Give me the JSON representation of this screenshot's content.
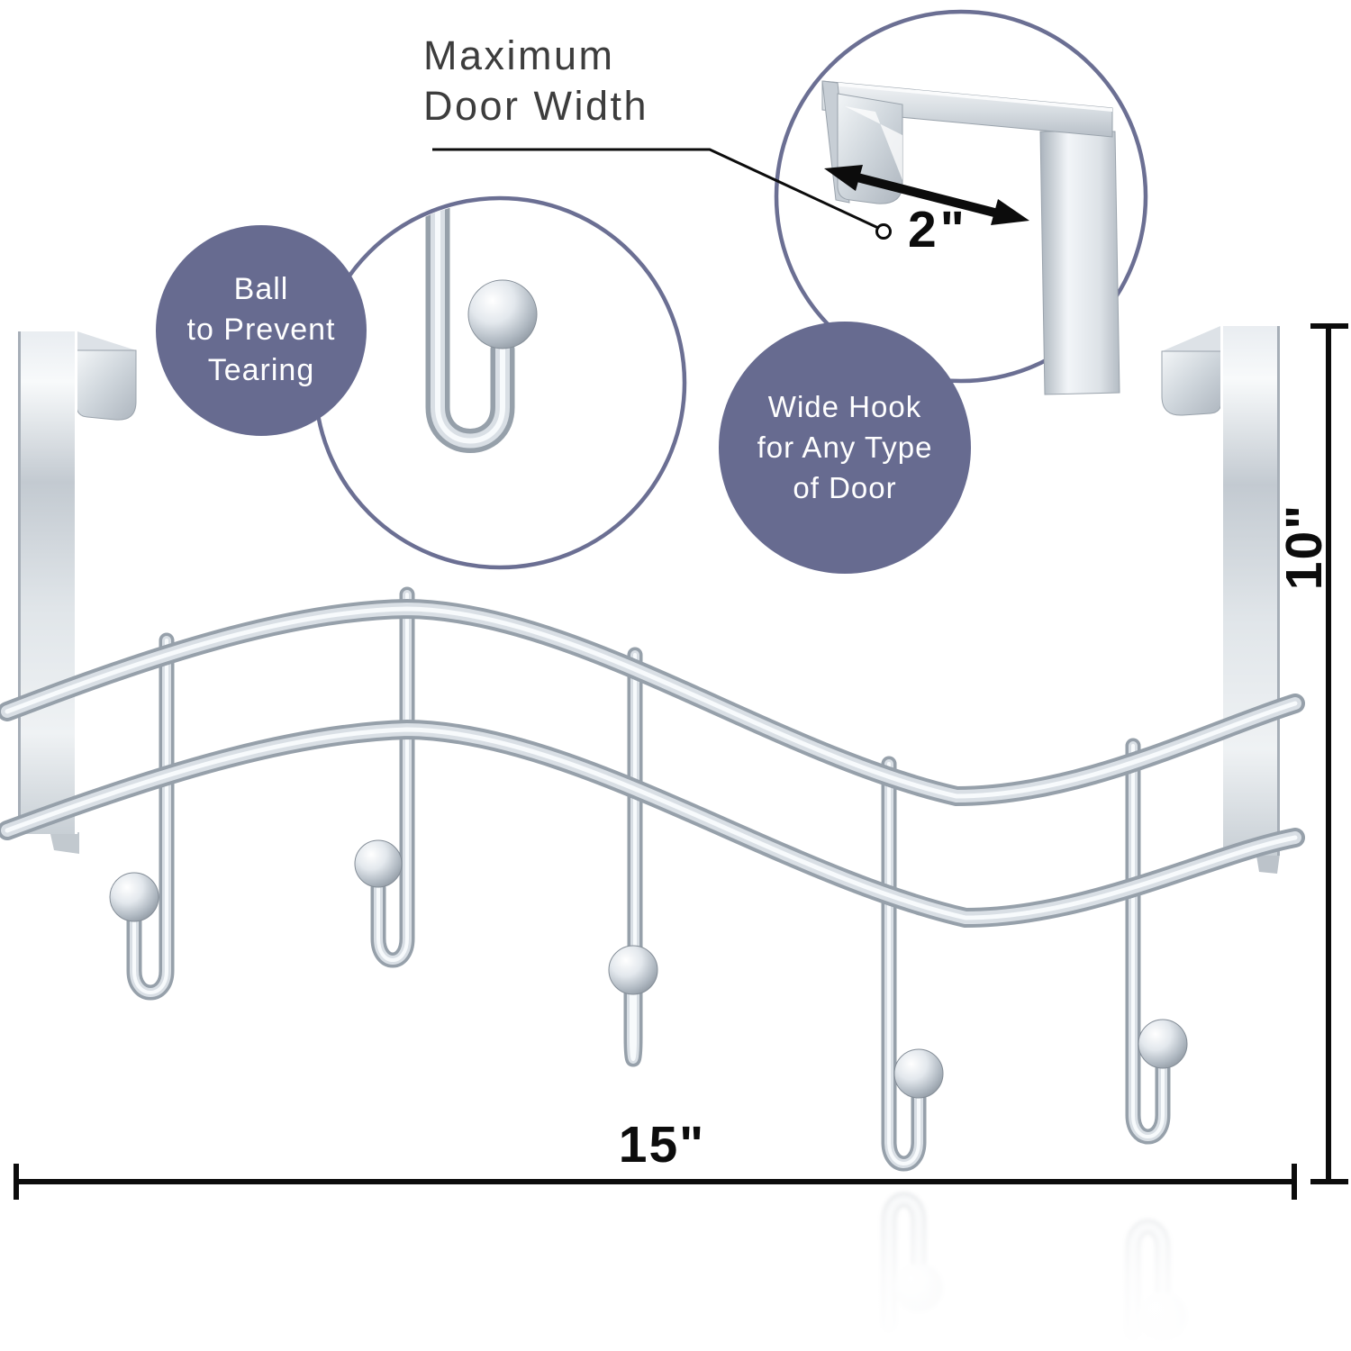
{
  "palette": {
    "accent_circle_fill": "#676b90",
    "circle_outline": "#6b6f93",
    "headline_text": "#3d3d3d",
    "dimension_text": "#0c0c0c",
    "chrome_edge": "#96a0aa",
    "chrome_mid": "#d9dfe5",
    "chrome_core": "#f7fafc",
    "background": "#ffffff"
  },
  "callouts": {
    "max_door_width": {
      "line1": "Maximum",
      "line2": "Door Width"
    },
    "ball_feature": {
      "line1": "Ball",
      "line2": "to Prevent",
      "line3": "Tearing"
    },
    "wide_hook_feature": {
      "line1": "Wide Hook",
      "line2": "for Any Type",
      "line3": "of Door"
    }
  },
  "dimensions": {
    "door_thickness": "2\"",
    "width": "15\"",
    "height": "10\""
  },
  "product": {
    "hook_count": 5
  }
}
